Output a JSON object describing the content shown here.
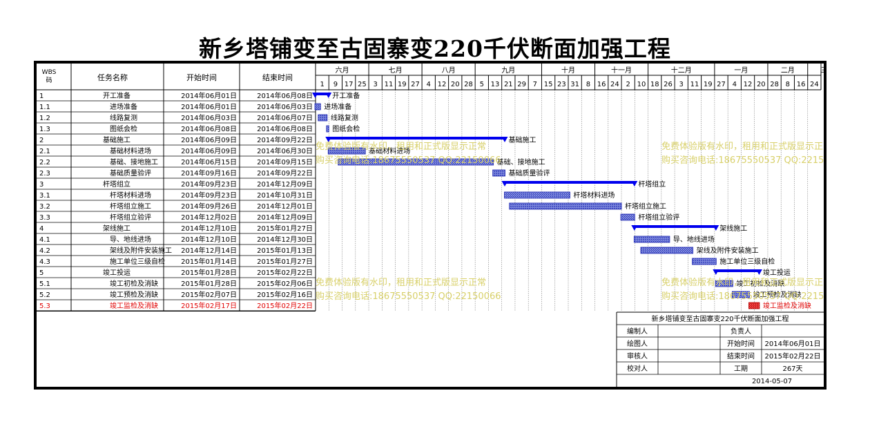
{
  "title": "新乡塔铺变至古固寨变220千伏断面加强工程",
  "columns": {
    "wbs": "WBS码",
    "name": "任务名称",
    "start": "开始时间",
    "end": "结束时间"
  },
  "months": [
    "六月",
    "七月",
    "八月",
    "九月",
    "十月",
    "十一月",
    "十二月",
    "一月",
    "二月",
    "三月"
  ],
  "week_labels": [
    "1",
    "9",
    "17",
    "25",
    "3",
    "11",
    "19",
    "27",
    "4",
    "12",
    "20",
    "28",
    "5",
    "13",
    "21",
    "29",
    "7",
    "15",
    "23",
    "31",
    "8",
    "16",
    "24",
    "2",
    "10",
    "18",
    "26",
    "3",
    "11",
    "19",
    "27",
    "4",
    "12",
    "20",
    "28",
    "8",
    "16",
    "24"
  ],
  "timeline_start": "2014-06-01",
  "tasks": [
    {
      "wbs": "1",
      "name": "开工准备",
      "start": "2014年06月01日",
      "end": "2014年06月08日",
      "s": "2014-06-01",
      "e": "2014-06-08",
      "summary": true,
      "level": 0
    },
    {
      "wbs": "1.1",
      "name": "进场准备",
      "start": "2014年06月01日",
      "end": "2014年06月03日",
      "s": "2014-06-01",
      "e": "2014-06-03",
      "summary": false,
      "level": 1
    },
    {
      "wbs": "1.2",
      "name": "线路复测",
      "start": "2014年06月03日",
      "end": "2014年06月07日",
      "s": "2014-06-03",
      "e": "2014-06-07",
      "summary": false,
      "level": 1
    },
    {
      "wbs": "1.3",
      "name": "图纸会检",
      "start": "2014年06月08日",
      "end": "2014年06月08日",
      "s": "2014-06-08",
      "e": "2014-06-08",
      "summary": false,
      "level": 1
    },
    {
      "wbs": "2",
      "name": "基础施工",
      "start": "2014年06月09日",
      "end": "2014年09月22日",
      "s": "2014-06-09",
      "e": "2014-09-22",
      "summary": true,
      "level": 0
    },
    {
      "wbs": "2.1",
      "name": "基础材料进场",
      "start": "2014年06月09日",
      "end": "2014年06月30日",
      "s": "2014-06-09",
      "e": "2014-06-30",
      "summary": false,
      "level": 1
    },
    {
      "wbs": "2.2",
      "name": "基础、接地施工",
      "start": "2014年06月15日",
      "end": "2014年09月15日",
      "s": "2014-06-15",
      "e": "2014-09-15",
      "summary": false,
      "level": 1
    },
    {
      "wbs": "2.3",
      "name": "基础质量验评",
      "start": "2014年09月16日",
      "end": "2014年09月22日",
      "s": "2014-09-16",
      "e": "2014-09-22",
      "summary": false,
      "level": 1
    },
    {
      "wbs": "3",
      "name": "杆塔组立",
      "start": "2014年09月23日",
      "end": "2014年12月09日",
      "s": "2014-09-23",
      "e": "2014-12-09",
      "summary": true,
      "level": 0
    },
    {
      "wbs": "3.1",
      "name": "杆塔材料进场",
      "start": "2014年09月23日",
      "end": "2014年10月31日",
      "s": "2014-09-23",
      "e": "2014-10-31",
      "summary": false,
      "level": 1
    },
    {
      "wbs": "3.2",
      "name": "杆塔组立施工",
      "start": "2014年09月26日",
      "end": "2014年12月01日",
      "s": "2014-09-26",
      "e": "2014-12-01",
      "summary": false,
      "level": 1
    },
    {
      "wbs": "3.3",
      "name": "杆塔组立验评",
      "start": "2014年12月02日",
      "end": "2014年12月09日",
      "s": "2014-12-02",
      "e": "2014-12-09",
      "summary": false,
      "level": 1
    },
    {
      "wbs": "4",
      "name": "架线施工",
      "start": "2014年12月10日",
      "end": "2015年01月27日",
      "s": "2014-12-10",
      "e": "2015-01-27",
      "summary": true,
      "level": 0
    },
    {
      "wbs": "4.1",
      "name": "导、地线进场",
      "start": "2014年12月10日",
      "end": "2014年12月30日",
      "s": "2014-12-10",
      "e": "2014-12-30",
      "summary": false,
      "level": 1
    },
    {
      "wbs": "4.2",
      "name": "架线及附件安装施工",
      "start": "2014年12月14日",
      "end": "2015年01月13日",
      "s": "2014-12-14",
      "e": "2015-01-13",
      "summary": false,
      "level": 1
    },
    {
      "wbs": "4.3",
      "name": "施工单位三级自检",
      "start": "2015年01月14日",
      "end": "2015年01月27日",
      "s": "2015-01-14",
      "e": "2015-01-27",
      "summary": false,
      "level": 1
    },
    {
      "wbs": "5",
      "name": "竣工投运",
      "start": "2015年01月28日",
      "end": "2015年02月22日",
      "s": "2015-01-28",
      "e": "2015-02-22",
      "summary": true,
      "level": 0
    },
    {
      "wbs": "5.1",
      "name": "竣工初检及消缺",
      "start": "2015年01月28日",
      "end": "2015年02月06日",
      "s": "2015-01-28",
      "e": "2015-02-06",
      "summary": false,
      "level": 1
    },
    {
      "wbs": "5.2",
      "name": "竣工预检及消缺",
      "start": "2015年02月07日",
      "end": "2015年02月16日",
      "s": "2015-02-07",
      "e": "2015-02-16",
      "summary": false,
      "level": 1
    },
    {
      "wbs": "5.3",
      "name": "竣工监检及消缺",
      "start": "2015年02月17日",
      "end": "2015年02月22日",
      "s": "2015-02-17",
      "e": "2015-02-22",
      "summary": false,
      "level": 1,
      "highlight": true
    }
  ],
  "info": {
    "title": "新乡塔铺变至古固寨变220千伏断面加强工程",
    "editor_label": "编制人",
    "owner_label": "负责人",
    "drawer_label": "绘图人",
    "start_label": "开始时间",
    "start_value": "2014年06月01日",
    "reviewer_label": "审核人",
    "end_label": "结束时间",
    "end_value": "2015年02月22日",
    "checker_label": "校对人",
    "duration_label": "工期",
    "duration_value": "267天",
    "date": "2014-05-07"
  },
  "watermark": {
    "line1": "免费体验版有水印，租用和正式版显示正常",
    "line2": "购买咨询电话:18675550537 QQ:22150066"
  },
  "colors": {
    "bar": "#0000ee",
    "bar_fill": "#6a78d8",
    "highlight_bar": "#e82020",
    "highlight_text": "#e00000",
    "watermark": "#d8d06a",
    "border": "#000000"
  }
}
